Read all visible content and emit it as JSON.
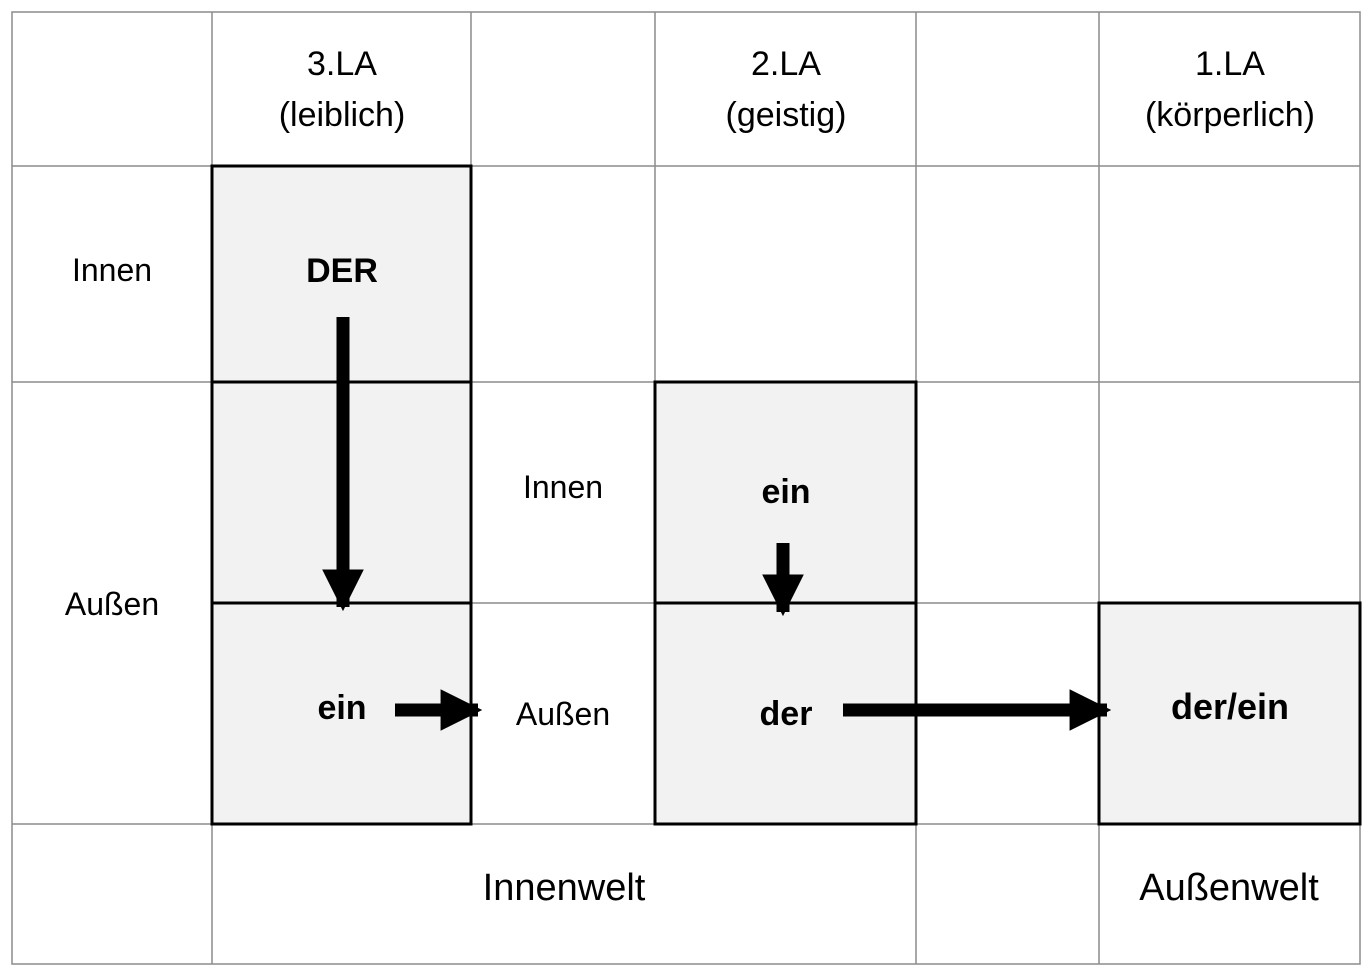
{
  "headers": {
    "la3": {
      "line1": "3.LA",
      "line2": "(leiblich)"
    },
    "la2": {
      "line1": "2.LA",
      "line2": "(geistig)"
    },
    "la1": {
      "line1": "1.LA",
      "line2": "(körperlich)"
    }
  },
  "rows": {
    "innen": "Innen",
    "aussen": "Außen"
  },
  "middle_column": {
    "innen": "Innen",
    "aussen": "Außen"
  },
  "cells": {
    "der_upper": "DER",
    "ein_la3": "ein",
    "ein_la2": "ein",
    "der_la2": "der",
    "der_ein_la1": "der/ein"
  },
  "footer": {
    "innenwelt": "Innenwelt",
    "aussenwelt": "Außenwelt"
  },
  "colors": {
    "grid_line": "#8c8c8c",
    "box_fill": "#f2f2f2",
    "box_border": "#000000",
    "arrow": "#000000"
  }
}
